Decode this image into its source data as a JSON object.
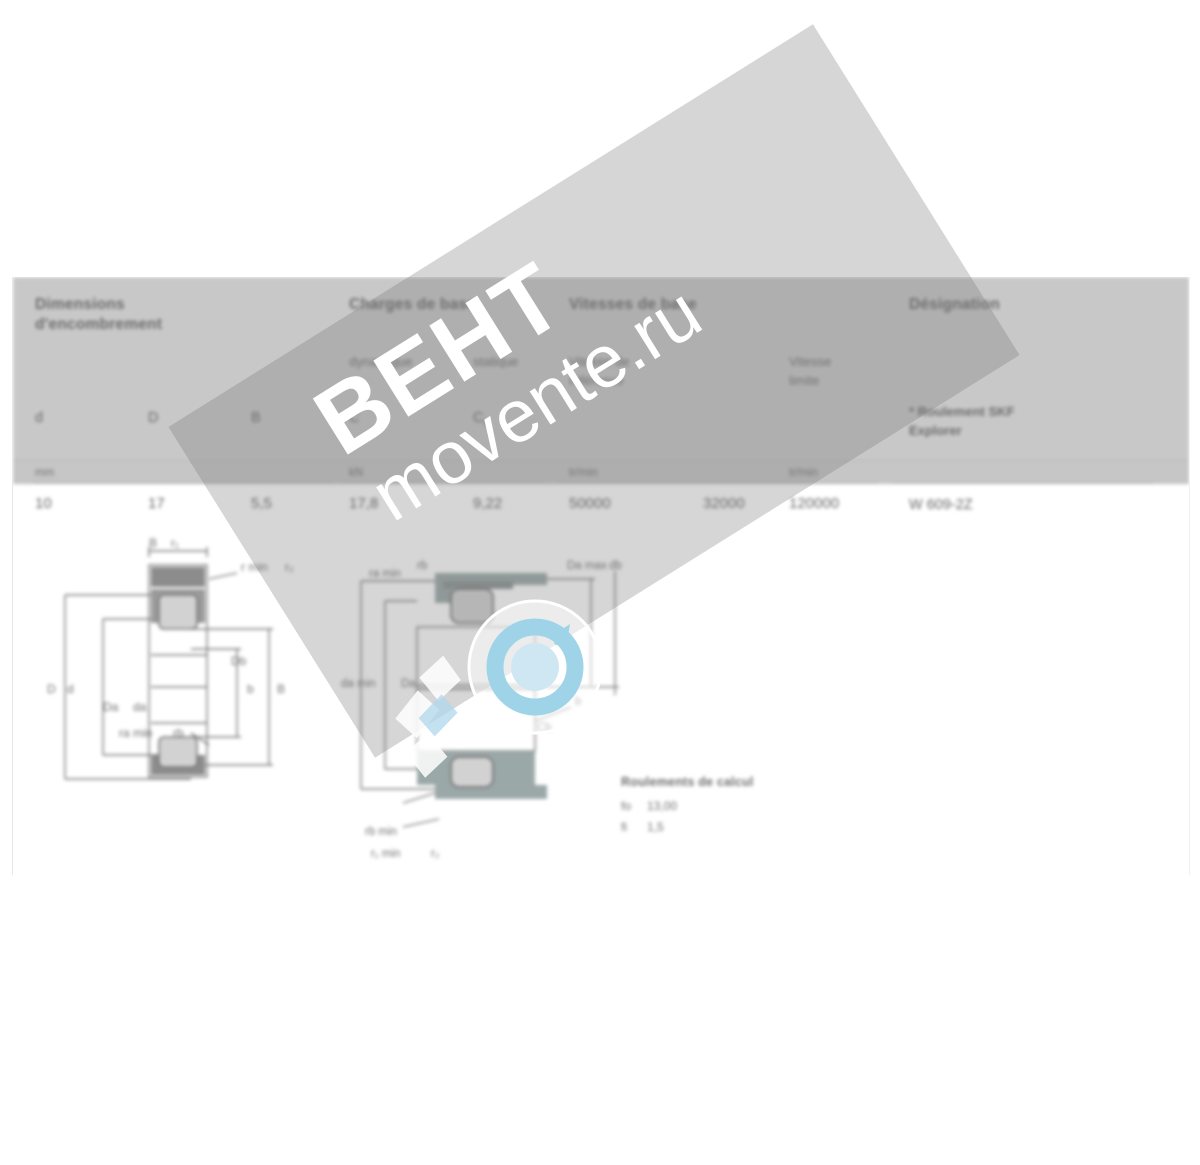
{
  "page": {
    "background_color": "#ffffff",
    "card_background": "#ffffff",
    "header_band_color": "#ebebeb",
    "units_band_color": "#e6e6e6"
  },
  "table": {
    "groups": [
      {
        "id": "dimensions",
        "title_line1": "Dimensions",
        "title_line2": "d'encombrement"
      },
      {
        "id": "charges",
        "title_line1": "Charges de base",
        "title_line2": ""
      },
      {
        "id": "vitesses",
        "title_line1": "Vitesses de base",
        "title_line2": ""
      },
      {
        "id": "designation",
        "title_line1": "Désignation",
        "title_line2": ""
      }
    ],
    "sub_labels": [
      {
        "id": "dynamique",
        "text": "dynamique"
      },
      {
        "id": "statique",
        "text": "statique"
      },
      {
        "id": "vitesse-reference",
        "text": "Vitesse de"
      },
      {
        "id": "vitesse-reference-2",
        "text": "référence"
      },
      {
        "id": "vitesse-limite",
        "text": "Vitesse"
      },
      {
        "id": "vitesse-limite-2",
        "text": "limite"
      }
    ],
    "symbols": [
      {
        "id": "sym-d",
        "text": "d"
      },
      {
        "id": "sym-D",
        "text": "D"
      },
      {
        "id": "sym-B",
        "text": "B"
      },
      {
        "id": "sym-C",
        "text": "C"
      },
      {
        "id": "sym-C0",
        "text": "C",
        "sub": "0"
      }
    ],
    "units": [
      {
        "id": "unit-mm",
        "text": "mm"
      },
      {
        "id": "unit-kN",
        "text": "kN"
      },
      {
        "id": "unit-trmin-1",
        "text": "tr/min"
      },
      {
        "id": "unit-trmin-2",
        "text": "tr/min"
      }
    ],
    "row": {
      "d": "10",
      "D": "17",
      "B": "5,5",
      "C": "17,8",
      "C0": "9,22",
      "v_reference": "50000",
      "v_limite": "32000",
      "n_extra": "120000",
      "designation": "W 609-2Z"
    },
    "designation_note_line1": "* Roulement SKF",
    "designation_note_line2": "Explorer"
  },
  "drawings": {
    "dimension_drawing": {
      "id": "bearing-cross-section",
      "labels": [
        {
          "id": "lbl-B",
          "text": "B"
        },
        {
          "id": "lbl-r1",
          "text": "r"
        },
        {
          "id": "lbl-r-min",
          "text": "r min"
        },
        {
          "id": "lbl-r2-min",
          "text": "r₂ min"
        },
        {
          "id": "lbl-d",
          "text": "d"
        },
        {
          "id": "lbl-D",
          "text": "D"
        },
        {
          "id": "lbl-da",
          "text": "da"
        },
        {
          "id": "lbl-Da",
          "text": "Da"
        },
        {
          "id": "lbl-ra",
          "text": "ra"
        }
      ]
    },
    "mounting_drawing": {
      "id": "bearing-mounting-section",
      "labels": [
        {
          "id": "m-lbl-ra-min",
          "text": "ra min"
        },
        {
          "id": "m-lbl-da-min",
          "text": "da min"
        },
        {
          "id": "m-lbl-Da-max",
          "text": "Da max"
        },
        {
          "id": "m-lbl-db",
          "text": "db"
        },
        {
          "id": "m-lbl-b",
          "text": "b"
        },
        {
          "id": "m-lbl-rb-min",
          "text": "rb min"
        },
        {
          "id": "m-lbl-Cb",
          "text": "Cb"
        }
      ]
    }
  },
  "calc_note": {
    "title": "Roulements de calcul",
    "rows": [
      {
        "symbol": "fo",
        "value": "13,00"
      },
      {
        "symbol": "fi",
        "value": "1,5"
      }
    ]
  },
  "watermark": {
    "brand_text": "ВЕНТ",
    "site_text": "movente.ru",
    "band_color": "#787878",
    "text_color": "#ffffff",
    "logo_ring_color": "#9fd4e8",
    "logo_core_color": "#cfe7f2"
  }
}
